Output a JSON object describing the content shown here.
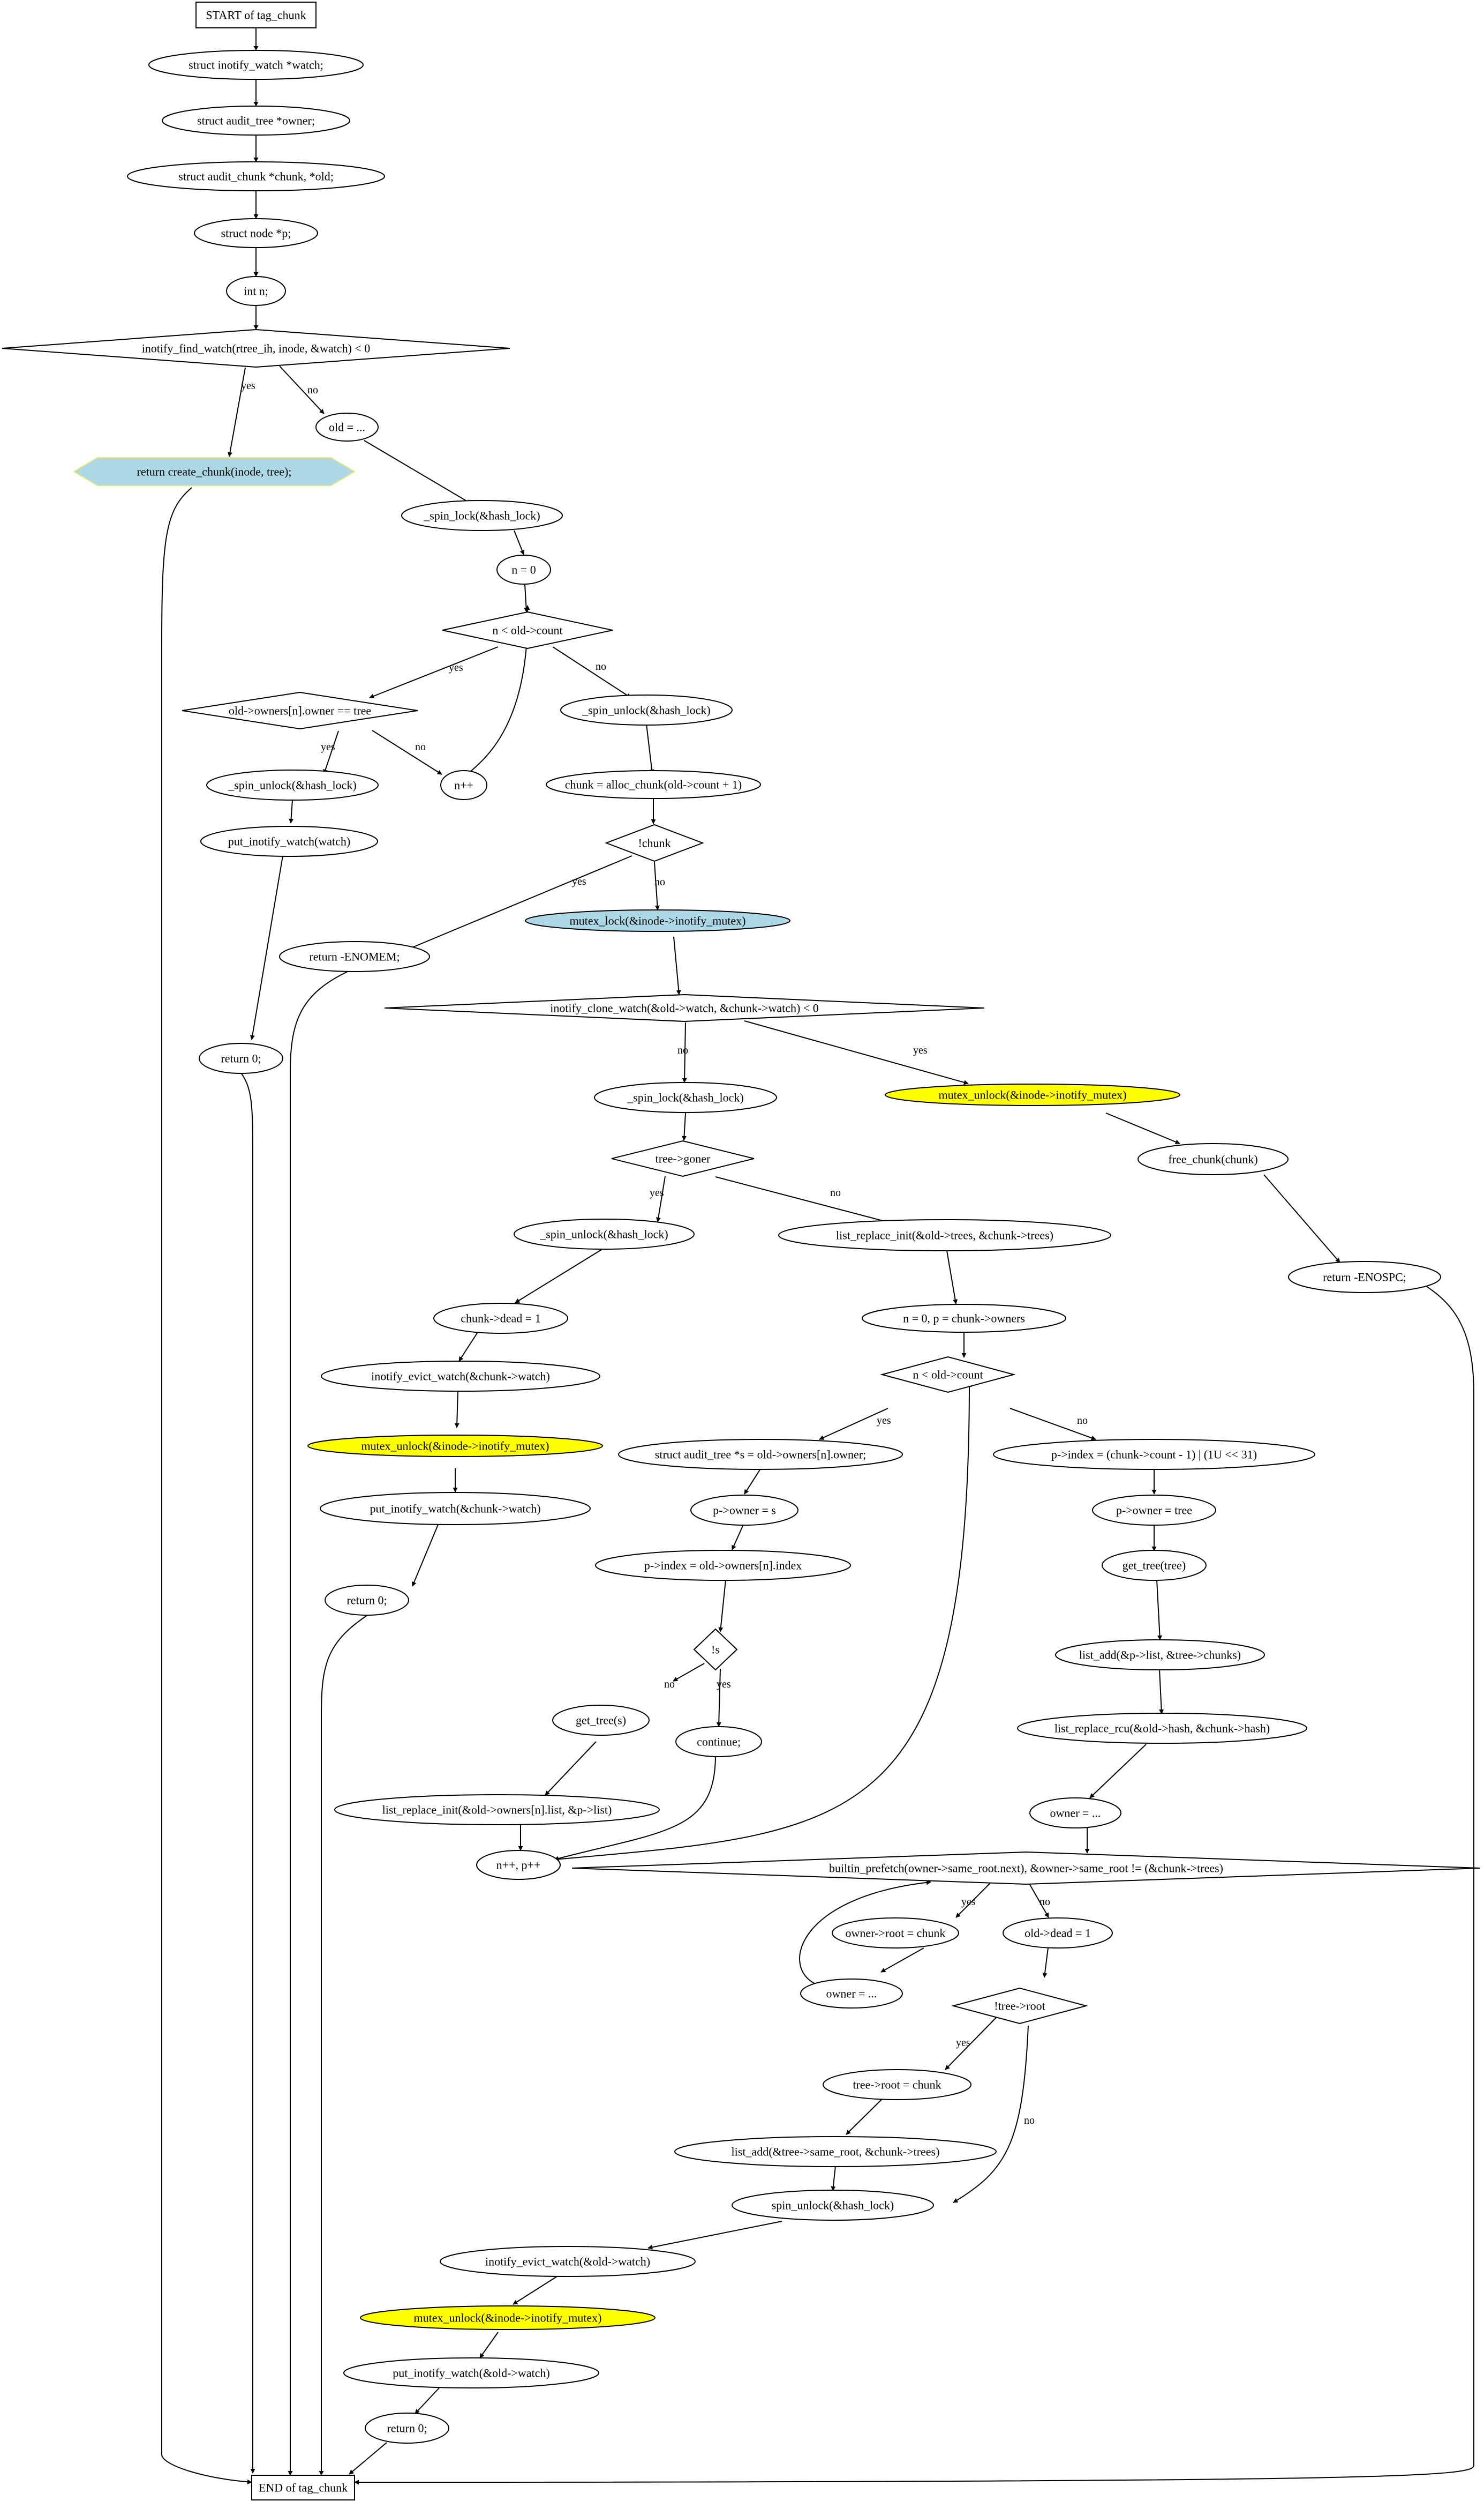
{
  "nodes": {
    "start": "START of tag_chunk",
    "n1": "struct inotify_watch *watch;",
    "n2": "struct audit_tree *owner;",
    "n3": "struct audit_chunk *chunk, *old;",
    "n4": "struct node *p;",
    "n5": "int n;",
    "d1": "inotify_find_watch(rtree_ih, inode, &watch) < 0",
    "ret_create": "return create_chunk(inode, tree);",
    "old_assign": "old = ...",
    "spin_lock1": "_spin_lock(&hash_lock)",
    "n_zero": "n = 0",
    "d_loop1": "n < old->count",
    "d_owner": "old->owners[n].owner == tree",
    "spin_unlock_a": "_spin_unlock(&hash_lock)",
    "nplusplus": "n++",
    "spin_unlock_b": "_spin_unlock(&hash_lock)",
    "alloc_chunk": "chunk = alloc_chunk(old->count + 1)",
    "d_chunk": "!chunk",
    "put_watch1": "put_inotify_watch(watch)",
    "mutex_lock": "mutex_lock(&inode->inotify_mutex)",
    "ret_enomem": "return -ENOMEM;",
    "d_clone": "inotify_clone_watch(&old->watch, &chunk->watch) < 0",
    "ret0_a": "return 0;",
    "spin_lock2": "_spin_lock(&hash_lock)",
    "mutex_unlock1": "mutex_unlock(&inode->inotify_mutex)",
    "free_chunk": "free_chunk(chunk)",
    "d_goner": "tree->goner",
    "spin_unlock_c": "_spin_unlock(&hash_lock)",
    "list_replace1": "list_replace_init(&old->trees, &chunk->trees)",
    "ret_enospc": "return -ENOSPC;",
    "chunk_dead": "chunk->dead = 1",
    "n_p_init": "n = 0, p = chunk->owners",
    "evict1": "inotify_evict_watch(&chunk->watch)",
    "d_loop2": "n < old->count",
    "mutex_unlock2": "mutex_unlock(&inode->inotify_mutex)",
    "struct_s": "struct audit_tree *s = old->owners[n].owner;",
    "p_index1": "p->index = (chunk->count - 1) | (1U << 31)",
    "put_watch2": "put_inotify_watch(&chunk->watch)",
    "p_owner_s": "p->owner = s",
    "p_owner_tree": "p->owner = tree",
    "ret0_b": "return 0;",
    "p_index2": "p->index = old->owners[n].index",
    "get_tree_tree": "get_tree(tree)",
    "d_s": "!s",
    "list_add1": "list_add(&p->list, &tree->chunks)",
    "get_tree_s": "get_tree(s)",
    "continue": "continue;",
    "list_replace_rcu": "list_replace_rcu(&old->hash, &chunk->hash)",
    "list_replace2": "list_replace_init(&old->owners[n].list, &p->list)",
    "owner_assign": "owner = ...",
    "np_inc": "n++, p++",
    "d_prefetch": "builtin_prefetch(owner->same_root.next), &owner->same_root != (&chunk->trees)",
    "owner_root": "owner->root = chunk",
    "old_dead": "old->dead = 1",
    "owner_next": "owner = ...",
    "d_tree_root": "!tree->root",
    "tree_root": "tree->root = chunk",
    "list_add2": "list_add(&tree->same_root, &chunk->trees)",
    "spin_unlock_d": "spin_unlock(&hash_lock)",
    "evict2": "inotify_evict_watch(&old->watch)",
    "mutex_unlock3": "mutex_unlock(&inode->inotify_mutex)",
    "put_watch3": "put_inotify_watch(&old->watch)",
    "ret0_c": "return 0;",
    "end": "END of tag_chunk"
  },
  "edge_labels": {
    "yes": "yes",
    "no": "no"
  },
  "colors": {
    "highlight_blue": "#add8e6",
    "highlight_yellow": "#ffff00",
    "hexagon_border": "#e6e67a",
    "line": "#000000"
  }
}
